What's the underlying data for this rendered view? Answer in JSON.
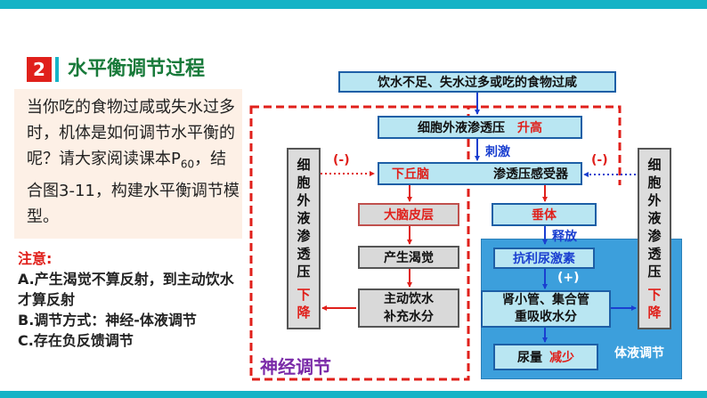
{
  "colors": {
    "accent_teal": "#15b3c6",
    "bar_red": "#e0201b",
    "title_green": "#187a3a",
    "panel_bg": "#fdf0e6",
    "box_blue": "#b9e6f2",
    "box_border": "#1d5fa6",
    "humoral_bg": "#3c9fdc",
    "neural_purple": "#7a2aa8",
    "arrow_red": "#e0201b",
    "arrow_blue": "#1a3fd0"
  },
  "section": {
    "number": "2",
    "title": "水平衡调节过程"
  },
  "question": {
    "text_before": "当你吃的食物过咸或失水过多时，机体是如何调节水平衡的呢？请大家阅读课本P",
    "page_sub": "60",
    "text_after": "，结合图3-11，构建水平衡调节模型。"
  },
  "notes": {
    "title": "注意:",
    "items": [
      "A.产生渴觉不算反射，到主动饮水才算反射",
      "B.调节方式：神经-体液调节",
      "C.存在负反馈调节"
    ]
  },
  "diagram": {
    "stimulus": "饮水不足、失水过多或吃的食物过咸",
    "osmotic_text": "细胞外液渗透压",
    "osmotic_state": "升高",
    "stimulate_label": "刺激",
    "hypothalamus_text": "下丘脑",
    "receptor_text": "渗透压感受器",
    "cortex": "大脑皮层",
    "thirst": "产生渴觉",
    "drink_line1": "主动饮水",
    "drink_line2": "补充水分",
    "pituitary": "垂体",
    "release_label": "释放",
    "adh": "抗利尿激素",
    "plus_label": "(+)",
    "kidney_line1": "肾小管、集合管",
    "kidney_line2": "重吸收水分",
    "urine_text": "尿量",
    "urine_state": "减少",
    "left_col_chars": [
      "细",
      "胞",
      "外",
      "液",
      "渗",
      "透",
      "压"
    ],
    "right_col_chars": [
      "细",
      "胞",
      "外",
      "液",
      "渗",
      "透",
      "压"
    ],
    "decrease_chars": [
      "下",
      "降"
    ],
    "feedback_left": "(-)",
    "feedback_right": "(-)",
    "neural_label": "神经调节",
    "humoral_label": "体液调节"
  }
}
